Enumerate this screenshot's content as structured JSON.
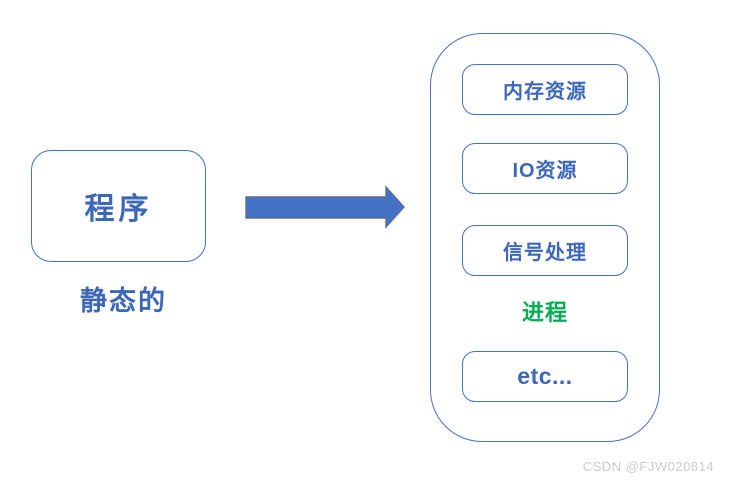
{
  "diagram": {
    "left": {
      "program_box_label": "程序",
      "caption": "静态的"
    },
    "arrow": {
      "direction": "right",
      "fill_color": "#4472C4",
      "outline_color": "#5B6F94"
    },
    "right": {
      "items": [
        {
          "label": "内存资源"
        },
        {
          "label": "IO资源"
        },
        {
          "label": "信号处理"
        },
        {
          "label": "etc..."
        }
      ],
      "process_label": "进程"
    },
    "colors": {
      "box_border": "#4472C4",
      "text_blue": "#3D68B8",
      "text_green": "#00B050",
      "background": "#ffffff",
      "watermark_gray": "#cbcbcb"
    },
    "watermark": "CSDN @FJW020814"
  }
}
